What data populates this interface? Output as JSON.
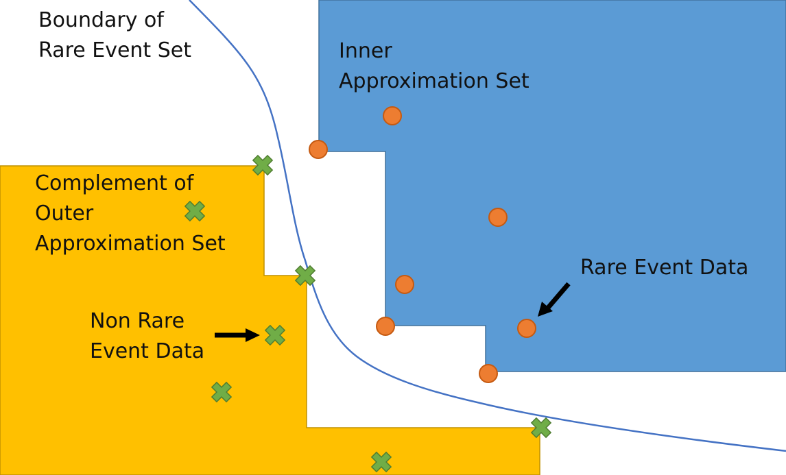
{
  "labels": {
    "boundary": [
      "Boundary of",
      "Rare Event Set"
    ],
    "inner": [
      "Inner",
      "Approximation Set"
    ],
    "complement": [
      "Complement of",
      "Outer",
      "Approximation Set"
    ],
    "rare_data": "Rare Event Data",
    "non_rare_data": [
      "Non Rare",
      "Event Data"
    ]
  },
  "colors": {
    "inner_fill": "#5b9bd5",
    "inner_stroke": "#41719c",
    "outer_fill": "#ffc000",
    "outer_stroke": "#bf9000",
    "boundary_curve": "#4472c4",
    "rare_point_fill": "#ed7d31",
    "rare_point_stroke": "#c55a11",
    "non_rare_marker_fill": "#70ad47",
    "non_rare_marker_stroke": "#507e32",
    "arrow": "#000000"
  },
  "icons": {
    "rare_point": "orange-circle-marker",
    "non_rare_point": "green-cross-marker"
  }
}
